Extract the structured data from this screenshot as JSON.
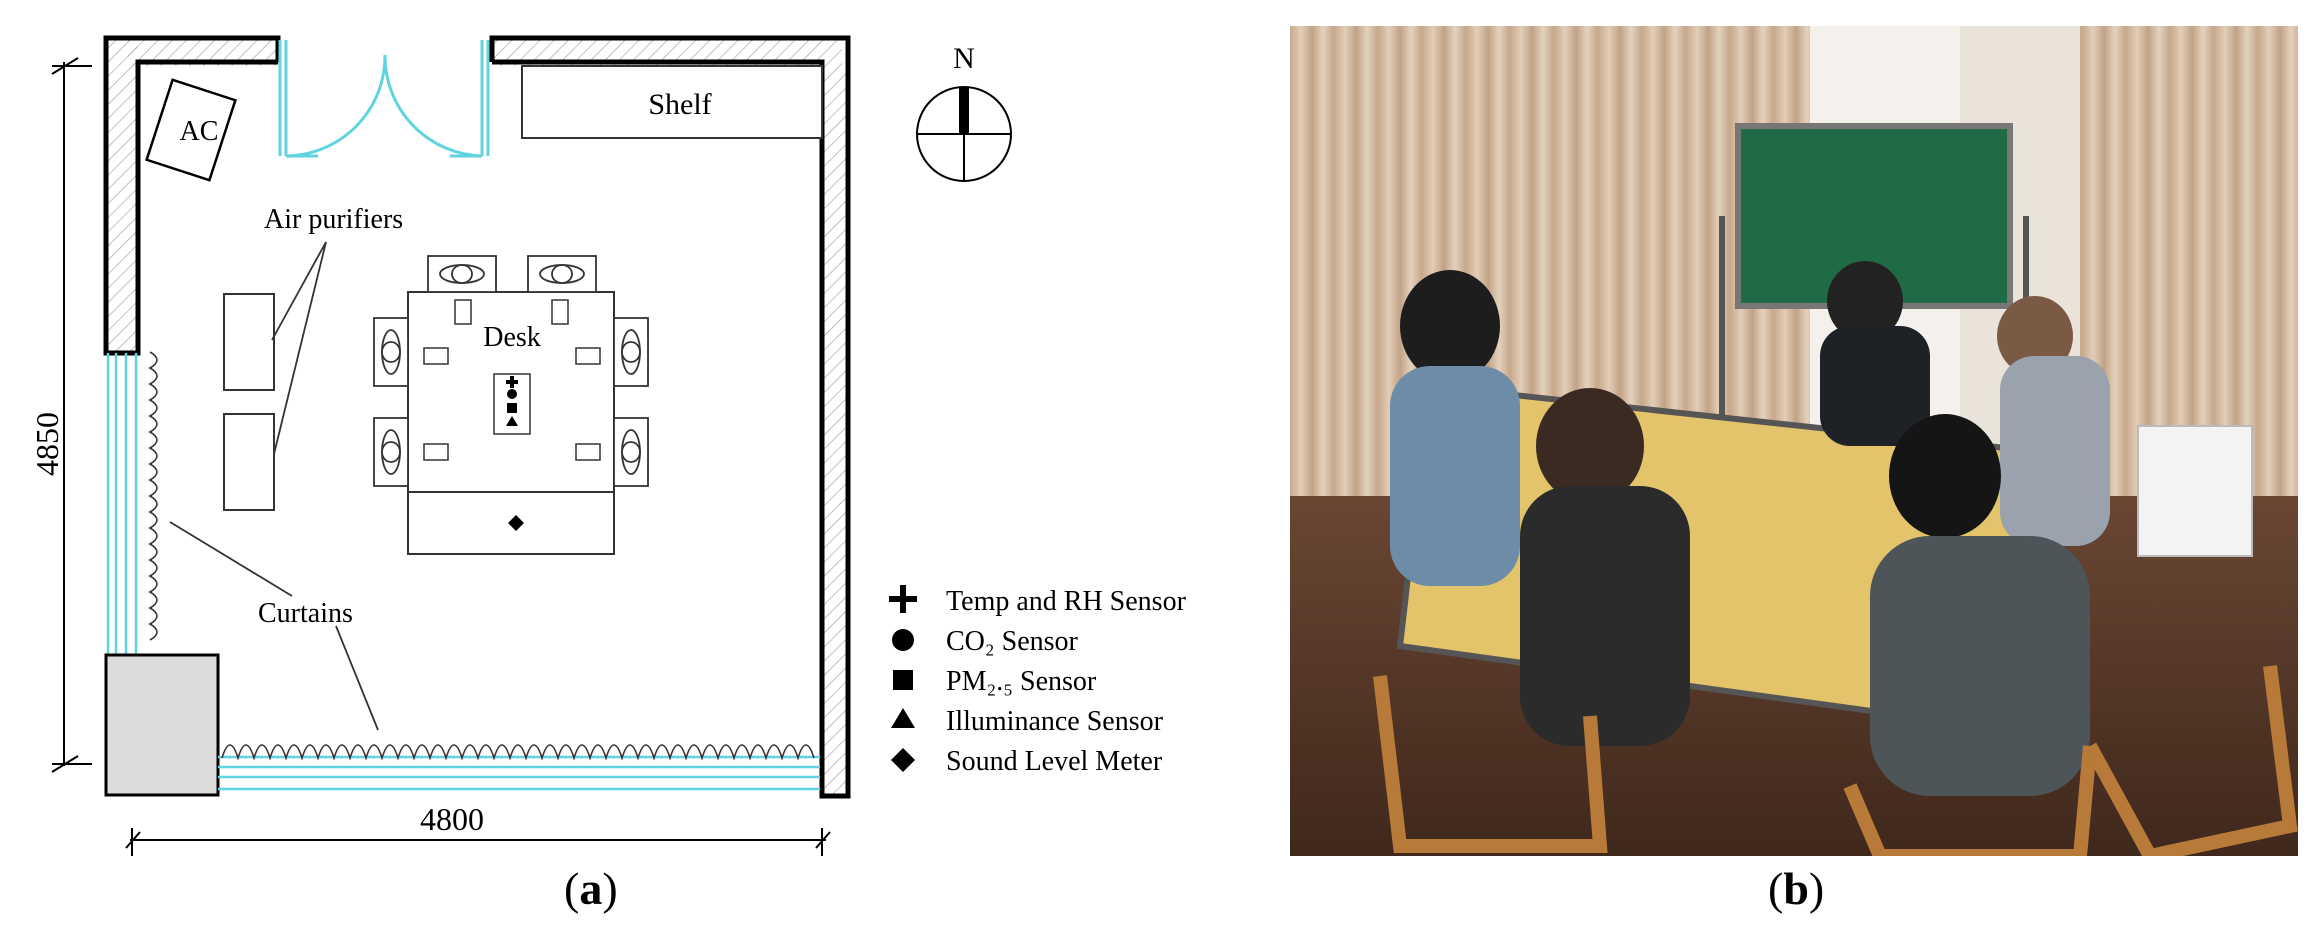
{
  "panel_a": {
    "labels": {
      "ac": "AC",
      "shelf": "Shelf",
      "north": "N",
      "air_purifiers": "Air purifiers",
      "desk": "Desk",
      "curtains": "Curtains",
      "dim_height": "4850",
      "dim_width": "4800"
    },
    "legend": [
      {
        "symbol": "plus",
        "label": "Temp and RH Sensor"
      },
      {
        "symbol": "circle",
        "label": "CO₂ Sensor"
      },
      {
        "symbol": "square",
        "label": "PM₂.₅ Sensor"
      },
      {
        "symbol": "triangle",
        "label": "Illuminance Sensor"
      },
      {
        "symbol": "diamond",
        "label": "Sound Level Meter"
      }
    ],
    "colors": {
      "wall": "#000000",
      "window_glass": "#5fd3e0",
      "column_fill": "#dcdcdc",
      "line": "#333333"
    },
    "caption": {
      "open": "(",
      "letter": "a",
      "close": ")"
    }
  },
  "panel_b": {
    "description_icon": "classroom-photo",
    "caption": {
      "open": "(",
      "letter": "b",
      "close": ")"
    }
  }
}
